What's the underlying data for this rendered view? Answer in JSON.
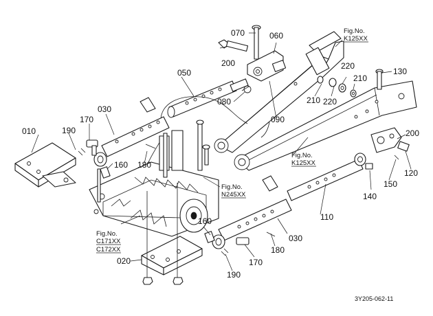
{
  "diagram_code": "3Y205-062-11",
  "parts": [
    {
      "id": "p010",
      "label": "010"
    },
    {
      "id": "p020",
      "label": "020"
    },
    {
      "id": "p030a",
      "label": "030"
    },
    {
      "id": "p030b",
      "label": "030"
    },
    {
      "id": "p050",
      "label": "050"
    },
    {
      "id": "p060",
      "label": "060"
    },
    {
      "id": "p070",
      "label": "070"
    },
    {
      "id": "p080",
      "label": "080"
    },
    {
      "id": "p090",
      "label": "090"
    },
    {
      "id": "p110",
      "label": "110"
    },
    {
      "id": "p120",
      "label": "120"
    },
    {
      "id": "p130",
      "label": "130"
    },
    {
      "id": "p140",
      "label": "140"
    },
    {
      "id": "p150",
      "label": "150"
    },
    {
      "id": "p160a",
      "label": "160"
    },
    {
      "id": "p160b",
      "label": "160"
    },
    {
      "id": "p170a",
      "label": "170"
    },
    {
      "id": "p170b",
      "label": "170"
    },
    {
      "id": "p180a",
      "label": "180"
    },
    {
      "id": "p180b",
      "label": "180"
    },
    {
      "id": "p190a",
      "label": "190"
    },
    {
      "id": "p190b",
      "label": "190"
    },
    {
      "id": "p200a",
      "label": "200"
    },
    {
      "id": "p200b",
      "label": "200"
    },
    {
      "id": "p210a",
      "label": "210"
    },
    {
      "id": "p210b",
      "label": "210"
    },
    {
      "id": "p220a",
      "label": "220"
    },
    {
      "id": "p220b",
      "label": "220"
    }
  ],
  "figure_refs": [
    {
      "id": "k125_top",
      "line1": "Fig.No.",
      "line2": "K125XX"
    },
    {
      "id": "k125_mid",
      "line1": "Fig.No.",
      "line2": "K125XX"
    },
    {
      "id": "n245",
      "line1": "Fig.No.",
      "line2": "N245XX"
    },
    {
      "id": "c171",
      "line1": "Fig.No.",
      "line2": "C171XX",
      "line3": "C172XX"
    }
  ]
}
